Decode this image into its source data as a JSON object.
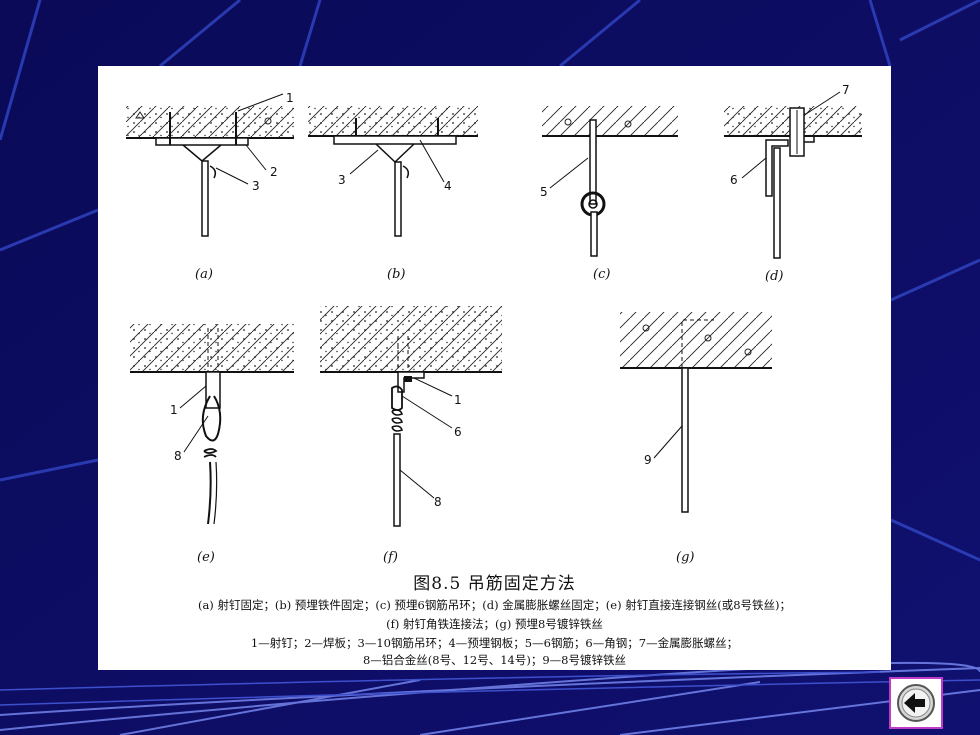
{
  "figure": {
    "title": "图8.5 吊筋固定方法",
    "captions": [
      "(a) 射钉固定；(b) 预埋铁件固定；(c) 预埋6钢筋吊环；(d) 金属膨胀螺丝固定；(e) 射钉直接连接钢丝(或8号铁丝)；",
      "(f) 射钉角铁连接法；(g) 预埋8号镀锌铁丝",
      "1—射钉；2—焊板；3—10钢筋吊环；4—预埋钢板；5—6钢筋；6—角钢；7—金属膨胀螺丝；",
      "8—铝合金丝(8号、12号、14号)；9—8号镀锌铁丝"
    ],
    "subfigures": {
      "a": "(a)",
      "b": "(b)",
      "c": "(c)",
      "d": "(d)",
      "e": "(e)",
      "f": "(f)",
      "g": "(g)"
    },
    "callouts": {
      "a1": "1",
      "a2": "2",
      "a3": "3",
      "b3": "3",
      "b4": "4",
      "c5": "5",
      "d6": "6",
      "d7": "7",
      "e1": "1",
      "e8": "8",
      "f1": "1",
      "f6": "6",
      "f8": "8",
      "g9": "9"
    }
  },
  "nav": {
    "back_button_icon": "back-arrow-icon"
  },
  "colors": {
    "background": "#0c0c5e",
    "stripe": "#3a4fc8",
    "panel": "#ffffff",
    "button_border": "#c03cc8"
  }
}
